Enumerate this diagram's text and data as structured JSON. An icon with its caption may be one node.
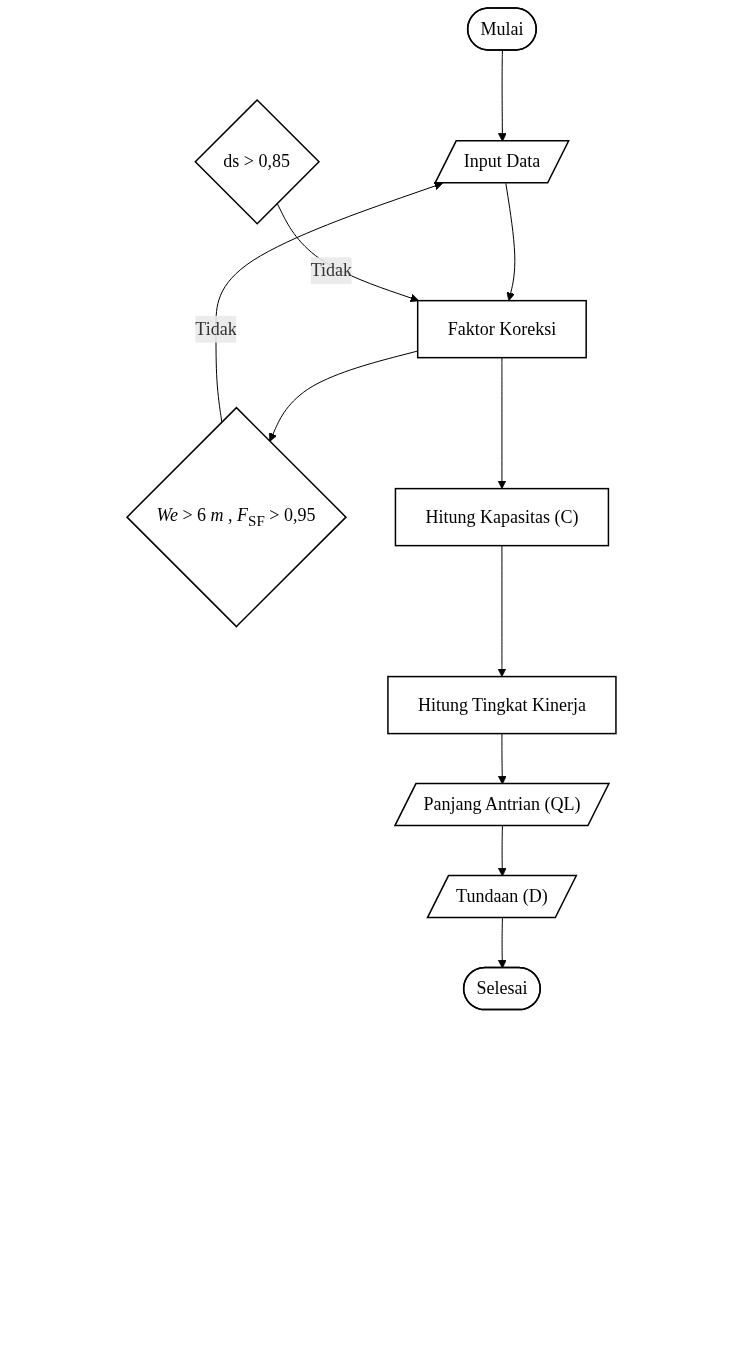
{
  "diagram": {
    "nodes": [
      {
        "text": [
          "Mulai"
        ]
      },
      {
        "text": [
          "Input Data"
        ]
      },
      {
        "text": [
          "Faktor Koreksi"
        ]
      },
      {
        "text": [
          "*We* > 6 *m* , *F*$_{SF}$ > 0,95"
        ]
      },
      {
        "text": [
          "ds > 0,85"
        ]
      },
      {
        "text": [
          "Hitung Kapasitas (C)"
        ]
      },
      {
        "text": [
          "Hitung Tingkat Kinerja"
        ]
      },
      {
        "text": [
          "Panjang Antrian (QL)"
        ]
      },
      {
        "text": [
          "Tundaan (D)"
        ]
      },
      {
        "text": [
          "Selesai"
        ]
      }
    ],
    "edges": [
      {
        "from": 0,
        "to": 1,
        "arrow": "to"
      },
      {
        "from": 1,
        "to": 2,
        "arrow": "to"
      },
      {
        "from": 2,
        "to": 3,
        "arrow": "to"
      },
      {
        "from": 3,
        "to": 1,
        "arrow": "to",
        "label": "Tidak"
      },
      {
        "from": 2,
        "to": 5,
        "arrow": "to"
      },
      {
        "from": 4,
        "to": 2,
        "arrow": "to",
        "label": "Tidak"
      },
      {
        "from": 5,
        "to": 6,
        "arrow": "to"
      },
      {
        "from": 6,
        "to": 7,
        "arrow": "to"
      },
      {
        "from": 7,
        "to": 8,
        "arrow": "to"
      },
      {
        "from": 8,
        "to": 9,
        "arrow": "to"
      }
    ]
  }
}
